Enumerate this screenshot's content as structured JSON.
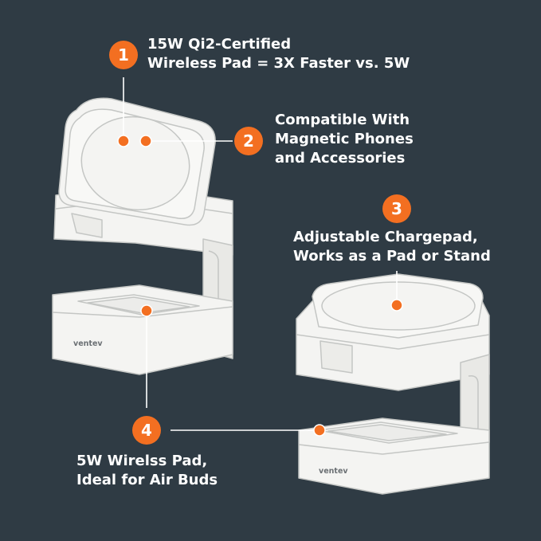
{
  "brand": {
    "logo_text": "ventev"
  },
  "colors": {
    "background": "#2f3b44",
    "accent": "#f36f21",
    "text": "#ffffff",
    "device": "#f4f4f2"
  },
  "callouts": [
    {
      "number": "1",
      "lines": [
        "15W Qi2-Certified",
        "Wireless Pad = 3X Faster vs. 5W"
      ]
    },
    {
      "number": "2",
      "lines": [
        "Compatible With",
        "Magnetic Phones",
        "and Accessories"
      ]
    },
    {
      "number": "3",
      "lines": [
        "Adjustable Chargepad,",
        "Works as a Pad or Stand"
      ]
    },
    {
      "number": "4",
      "lines": [
        "5W Wirelss Pad,",
        "Ideal for Air Buds"
      ]
    }
  ]
}
